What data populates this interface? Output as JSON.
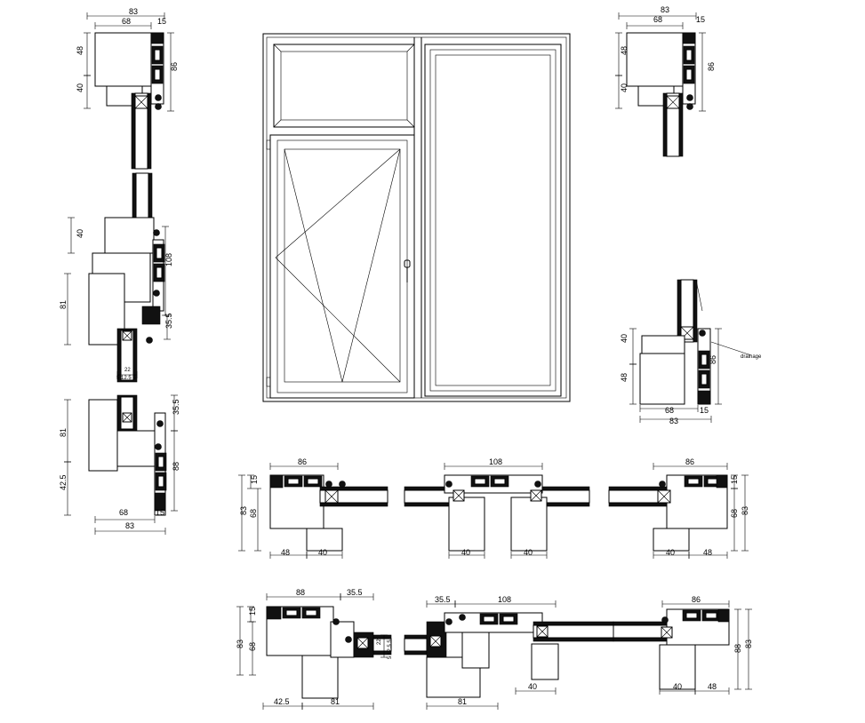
{
  "sections": {
    "top_left": {
      "overall": "83",
      "inner": "68",
      "cladding": "15",
      "upper": "48",
      "lower": "40",
      "height": "86"
    },
    "top_right": {
      "overall": "83",
      "inner": "68",
      "cladding": "15",
      "upper": "48",
      "lower": "40",
      "height": "86"
    },
    "right_bottom": {
      "overall": "83",
      "inner": "68",
      "cladding": "15",
      "upper": "40",
      "lower": "48",
      "height": "86",
      "note": "drainage"
    },
    "left_middle": {
      "sill": "40",
      "frame": "108",
      "sash_a": "81",
      "sash_offset_a": "35.5",
      "gap": "22",
      "gap_parts": "5 12.5 5",
      "sash_offset_b": "35.5",
      "sash_b": "81",
      "lower": "42.5",
      "height": "88",
      "inner": "68",
      "cladding": "15",
      "overall": "83"
    },
    "row1_left": {
      "width": "86",
      "cladding": "15",
      "overall": "83",
      "inner": "68",
      "a": "48",
      "b": "40"
    },
    "row1_mid": {
      "width": "108",
      "a": "40",
      "b": "40"
    },
    "row1_right": {
      "width": "86",
      "cladding": "15",
      "overall": "83",
      "inner": "68",
      "a": "40",
      "b": "48"
    },
    "row2_left": {
      "width": "88",
      "offset": "35.5",
      "cladding": "15",
      "overall": "83",
      "inner": "68",
      "lower": "42.5",
      "sash": "81",
      "gap": "22",
      "gap_parts": "5 12.5 5"
    },
    "row2_mid": {
      "offset": "35.5",
      "width": "108",
      "sash": "81",
      "a": "40"
    },
    "row2_right": {
      "width": "86",
      "height": "88",
      "overall": "83",
      "a": "40",
      "b": "48"
    }
  },
  "colors": {
    "line": "#000000",
    "fill": "#111111",
    "background": "#ffffff"
  }
}
